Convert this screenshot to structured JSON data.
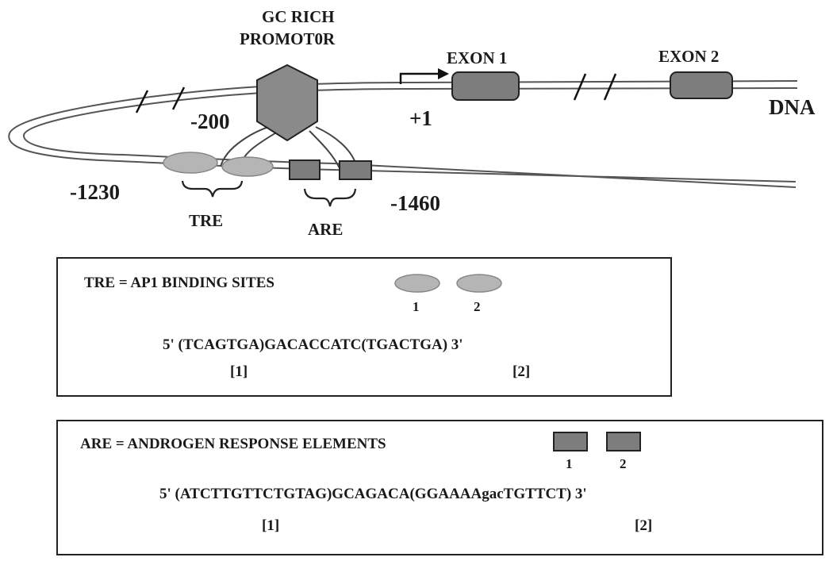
{
  "labels": {
    "promoter_line1": "GC RICH",
    "promoter_line2": "PROMOT0R",
    "exon1": "EXON 1",
    "exon2": "EXON 2",
    "dna": "DNA",
    "pos_minus200": "-200",
    "pos_plus1": "+1",
    "pos_minus1230": "-1230",
    "pos_minus1460": "-1460",
    "tre": "TRE",
    "are": "ARE"
  },
  "tre_box": {
    "title": "TRE = AP1 BINDING SITES",
    "legend_1": "1",
    "legend_2": "2",
    "sequence": "5' (TCAGTGA)GACACCATC(TGACTGA) 3'",
    "site_1": "[1]",
    "site_2": "[2]"
  },
  "are_box": {
    "title": "ARE = ANDROGEN RESPONSE ELEMENTS",
    "legend_1": "1",
    "legend_2": "2",
    "sequence": "5' (ATCTTGTTCTGTAG)GCAGACA(GGAAAAgacTGTTCT) 3'",
    "site_1": "[1]",
    "site_2": "[2]"
  },
  "colors": {
    "strand": "#555555",
    "promoter_fill": "#8a8a8a",
    "exon_fill": "#7d7d7d",
    "tre_fill": "#b5b5b5",
    "are_fill": "#7d7d7d",
    "outline": "#222222"
  }
}
